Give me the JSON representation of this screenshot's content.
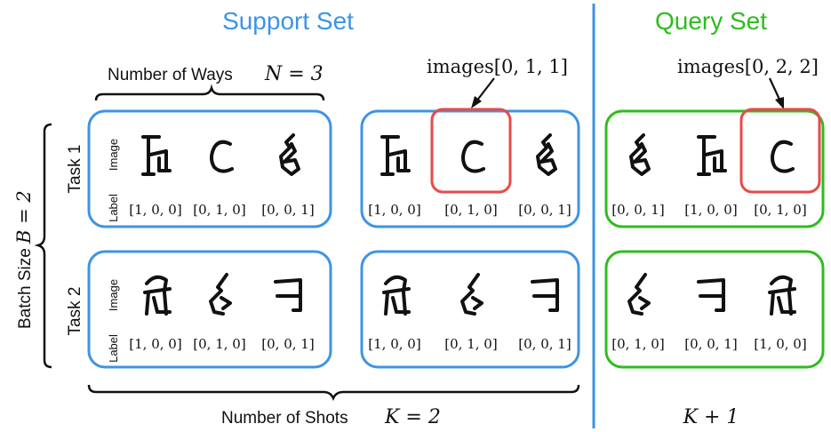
{
  "support_title": "Support Set",
  "query_title": "Query Set",
  "ways_label_text": "Number of Ways",
  "ways_label_math": "N = 3",
  "shots_label_text": "Number of Shots",
  "shots_label_math": "K = 2",
  "query_shots_math": "K + 1",
  "batch_label_text": "Batch Size",
  "batch_label_math": "B = 2",
  "support_callout": "images[0, 1, 1]",
  "query_callout": "images[0, 2, 2]",
  "row_labels": {
    "image": "Image",
    "label": "Label"
  },
  "tasks": [
    "Task 1",
    "Task 2"
  ],
  "colors": {
    "support": "#3d94e6",
    "query": "#2ebd1e",
    "highlight": "#e84a4a",
    "text": "#111111"
  },
  "panels": {
    "task1_shot1_labels": [
      "[1, 0, 0]",
      "[0, 1, 0]",
      "[0, 0, 1]"
    ],
    "task1_shot2_labels": [
      "[1, 0, 0]",
      "[0, 1, 0]",
      "[0, 0, 1]"
    ],
    "task1_query_labels": [
      "[0, 0, 1]",
      "[1, 0, 0]",
      "[0, 1, 0]"
    ],
    "task2_shot1_labels": [
      "[1, 0, 0]",
      "[0, 1, 0]",
      "[0, 0, 1]"
    ],
    "task2_shot2_labels": [
      "[1, 0, 0]",
      "[0, 1, 0]",
      "[0, 0, 1]"
    ],
    "task2_query_labels": [
      "[0, 1, 0]",
      "[0, 0, 1]",
      "[1, 0, 0]"
    ]
  },
  "glyph_icons": {
    "task1_shot1": [
      "char-a-icon",
      "char-c-icon",
      "char-b-icon"
    ],
    "task1_shot2": [
      "char-a-icon",
      "char-c-icon",
      "char-b-icon"
    ],
    "task1_query": [
      "char-b-icon",
      "char-a-icon",
      "char-c-icon"
    ],
    "task2_shot1": [
      "char-d-icon",
      "char-e-icon",
      "char-f-icon"
    ],
    "task2_shot2": [
      "char-d-icon",
      "char-e-icon",
      "char-f-icon"
    ],
    "task2_query": [
      "char-e-icon",
      "char-f-icon",
      "char-d-icon"
    ]
  }
}
